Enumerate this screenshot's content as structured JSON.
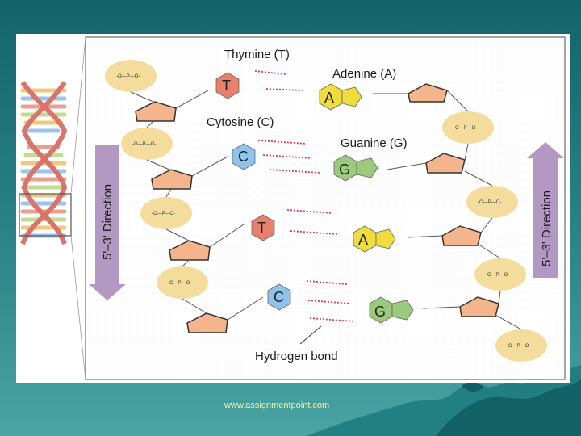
{
  "labels": {
    "thymine": "Thymine (T)",
    "adenine": "Adenine (A)",
    "cytosine": "Cytosine (C)",
    "guanine": "Guanine (G)",
    "hydrogen_bond": "Hydrogen bond",
    "left_direction": "5'–3' Direction",
    "right_direction": "5'–3' Direction"
  },
  "letters": {
    "t": "T",
    "a": "A",
    "c": "C",
    "g": "G"
  },
  "footer": {
    "link": "www.assignmentpoint.com"
  },
  "colors": {
    "thymine": "#e8806a",
    "adenine": "#f0dc3c",
    "cytosine": "#8ec4ec",
    "guanine": "#9cca7c",
    "sugar": "#f4b48c",
    "phosphate": "#f4dc9c",
    "direction_arrow": "#b498c4",
    "hydrogen_bond": "#e03c50"
  }
}
